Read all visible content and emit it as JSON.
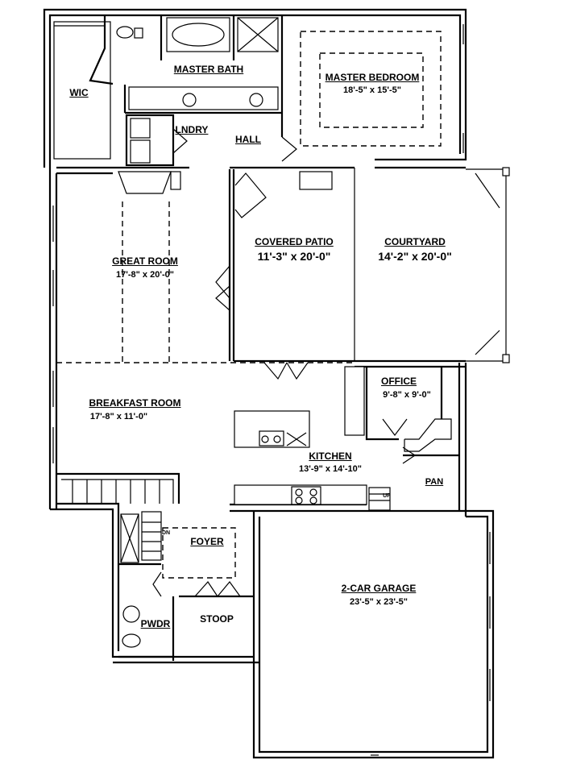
{
  "rooms": {
    "wic": {
      "name": "WIC"
    },
    "master_bath": {
      "name": "MASTER BATH"
    },
    "master_bedroom": {
      "name": "MASTER BEDROOM",
      "dim": "18'-5\" x 15'-5\""
    },
    "laundry": {
      "name": "LNDRY"
    },
    "hall": {
      "name": "HALL"
    },
    "great_room": {
      "name": "GREAT ROOM",
      "dim": "17'-8\" x 20'-0\""
    },
    "covered_patio": {
      "name": "COVERED PATIO",
      "dim": "11'-3\" x 20'-0\""
    },
    "courtyard": {
      "name": "COURTYARD",
      "dim": "14'-2\" x 20'-0\""
    },
    "breakfast_room": {
      "name": "BREAKFAST ROOM",
      "dim": "17'-8\" x 11'-0\""
    },
    "office": {
      "name": "OFFICE",
      "dim": "9'-8\" x 9'-0\""
    },
    "kitchen": {
      "name": "KITCHEN",
      "dim": "13'-9\" x 14'-10\""
    },
    "pantry": {
      "name": "PAN"
    },
    "foyer": {
      "name": "FOYER"
    },
    "garage": {
      "name": "2-CAR GARAGE",
      "dim": "23'-5\" x 23'-5\""
    },
    "stoop": {
      "name": "STOOP"
    },
    "powder": {
      "name": "PWDR"
    }
  },
  "stair_marks": {
    "down": "DN",
    "up": "UP"
  }
}
